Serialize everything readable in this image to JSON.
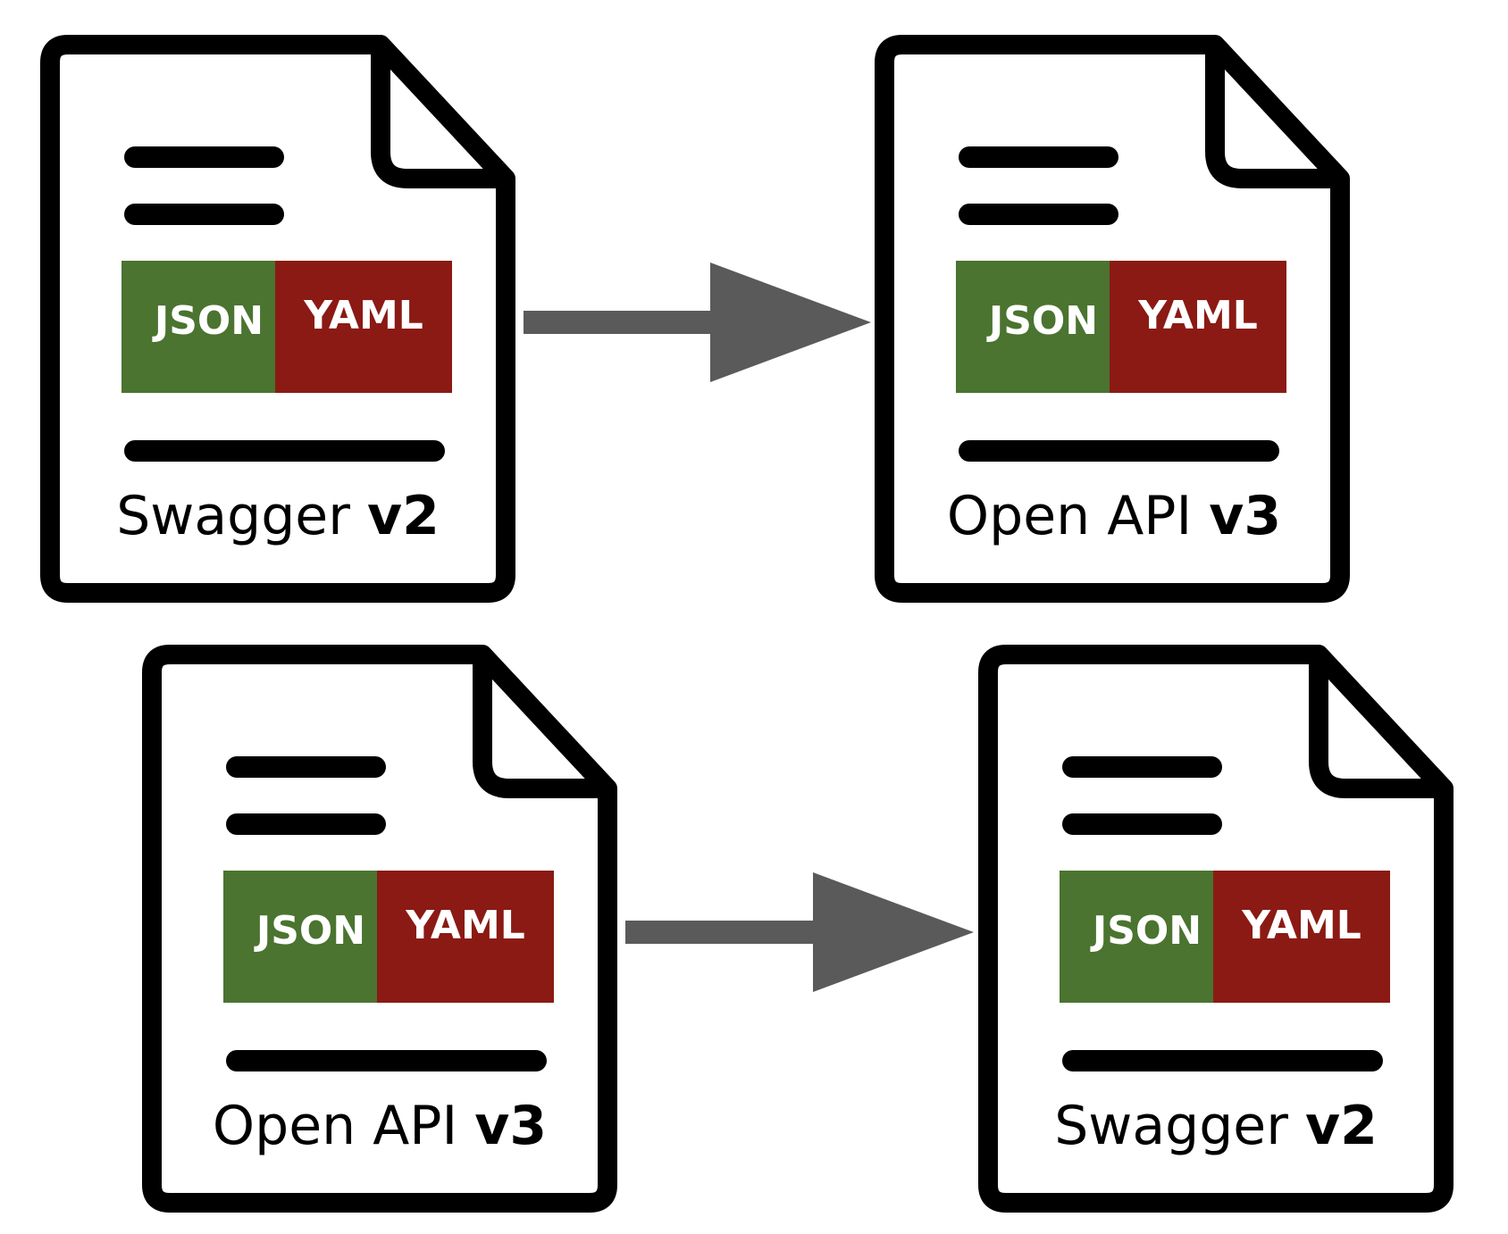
{
  "colors": {
    "json": "#4a742f",
    "yaml": "#8b1a14",
    "arrow": "#5a5a5a",
    "outline": "#000000",
    "page": "#ffffff"
  },
  "conversions": [
    {
      "from": {
        "icon": "document-icon",
        "json_label": "JSON",
        "yaml_label": "YAML",
        "name": "Swagger",
        "version": "v2"
      },
      "arrow_icon": "right-arrow-icon",
      "to": {
        "icon": "document-icon",
        "json_label": "JSON",
        "yaml_label": "YAML",
        "name": "Open API",
        "version": "v3"
      }
    },
    {
      "from": {
        "icon": "document-icon",
        "json_label": "JSON",
        "yaml_label": "YAML",
        "name": "Open API",
        "version": "v3"
      },
      "arrow_icon": "right-arrow-icon",
      "to": {
        "icon": "document-icon",
        "json_label": "JSON",
        "yaml_label": "YAML",
        "name": "Swagger",
        "version": "v2"
      }
    }
  ]
}
